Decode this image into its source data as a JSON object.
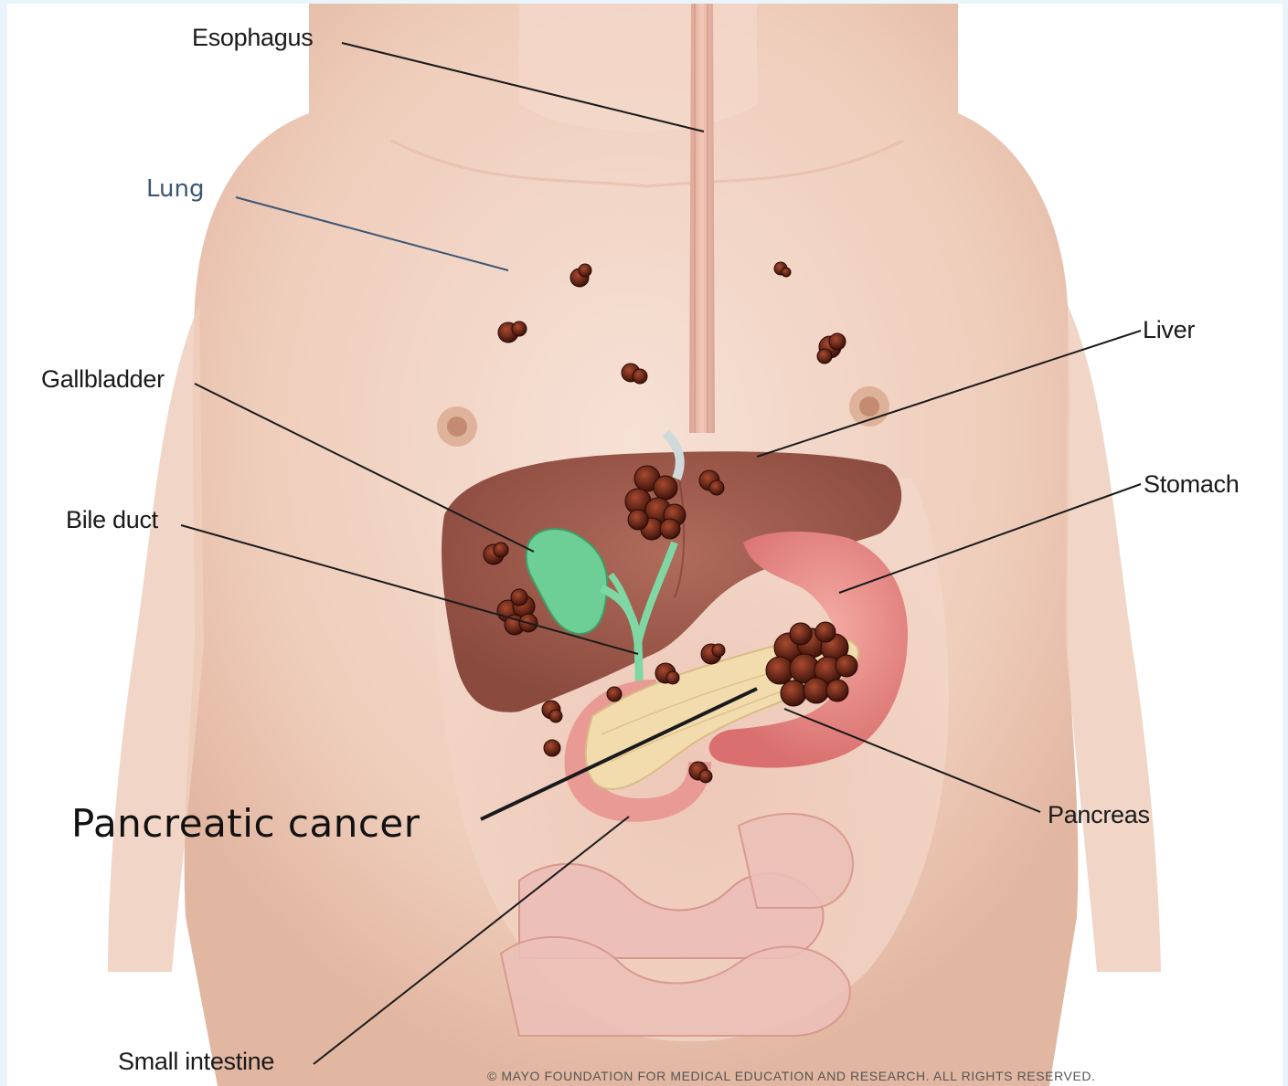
{
  "labels": {
    "esophagus": "Esophagus",
    "lung": "Lung",
    "liver": "Liver",
    "gallbladder": "Gallbladder",
    "bile_duct": "Bile duct",
    "stomach": "Stomach",
    "pancreas": "Pancreas",
    "pancreatic_cancer": "Pancreatic cancer",
    "small_intestine": "Small intestine"
  },
  "copyright": "© MAYO FOUNDATION FOR MEDICAL EDUCATION AND RESEARCH. ALL RIGHTS RESERVED.",
  "colors": {
    "skin": "#f2d5c5",
    "skin_shadow": "#dfb4a0",
    "liver": "#9e5a4c",
    "gallbladder": "#6fcf97",
    "stomach": "#e88d8a",
    "pancreas": "#f2dcae",
    "intestine": "#e7b8b1",
    "tumor": "#5e1e12",
    "lung_label": "#3b5674",
    "leader_line": "#1a1a1a"
  }
}
